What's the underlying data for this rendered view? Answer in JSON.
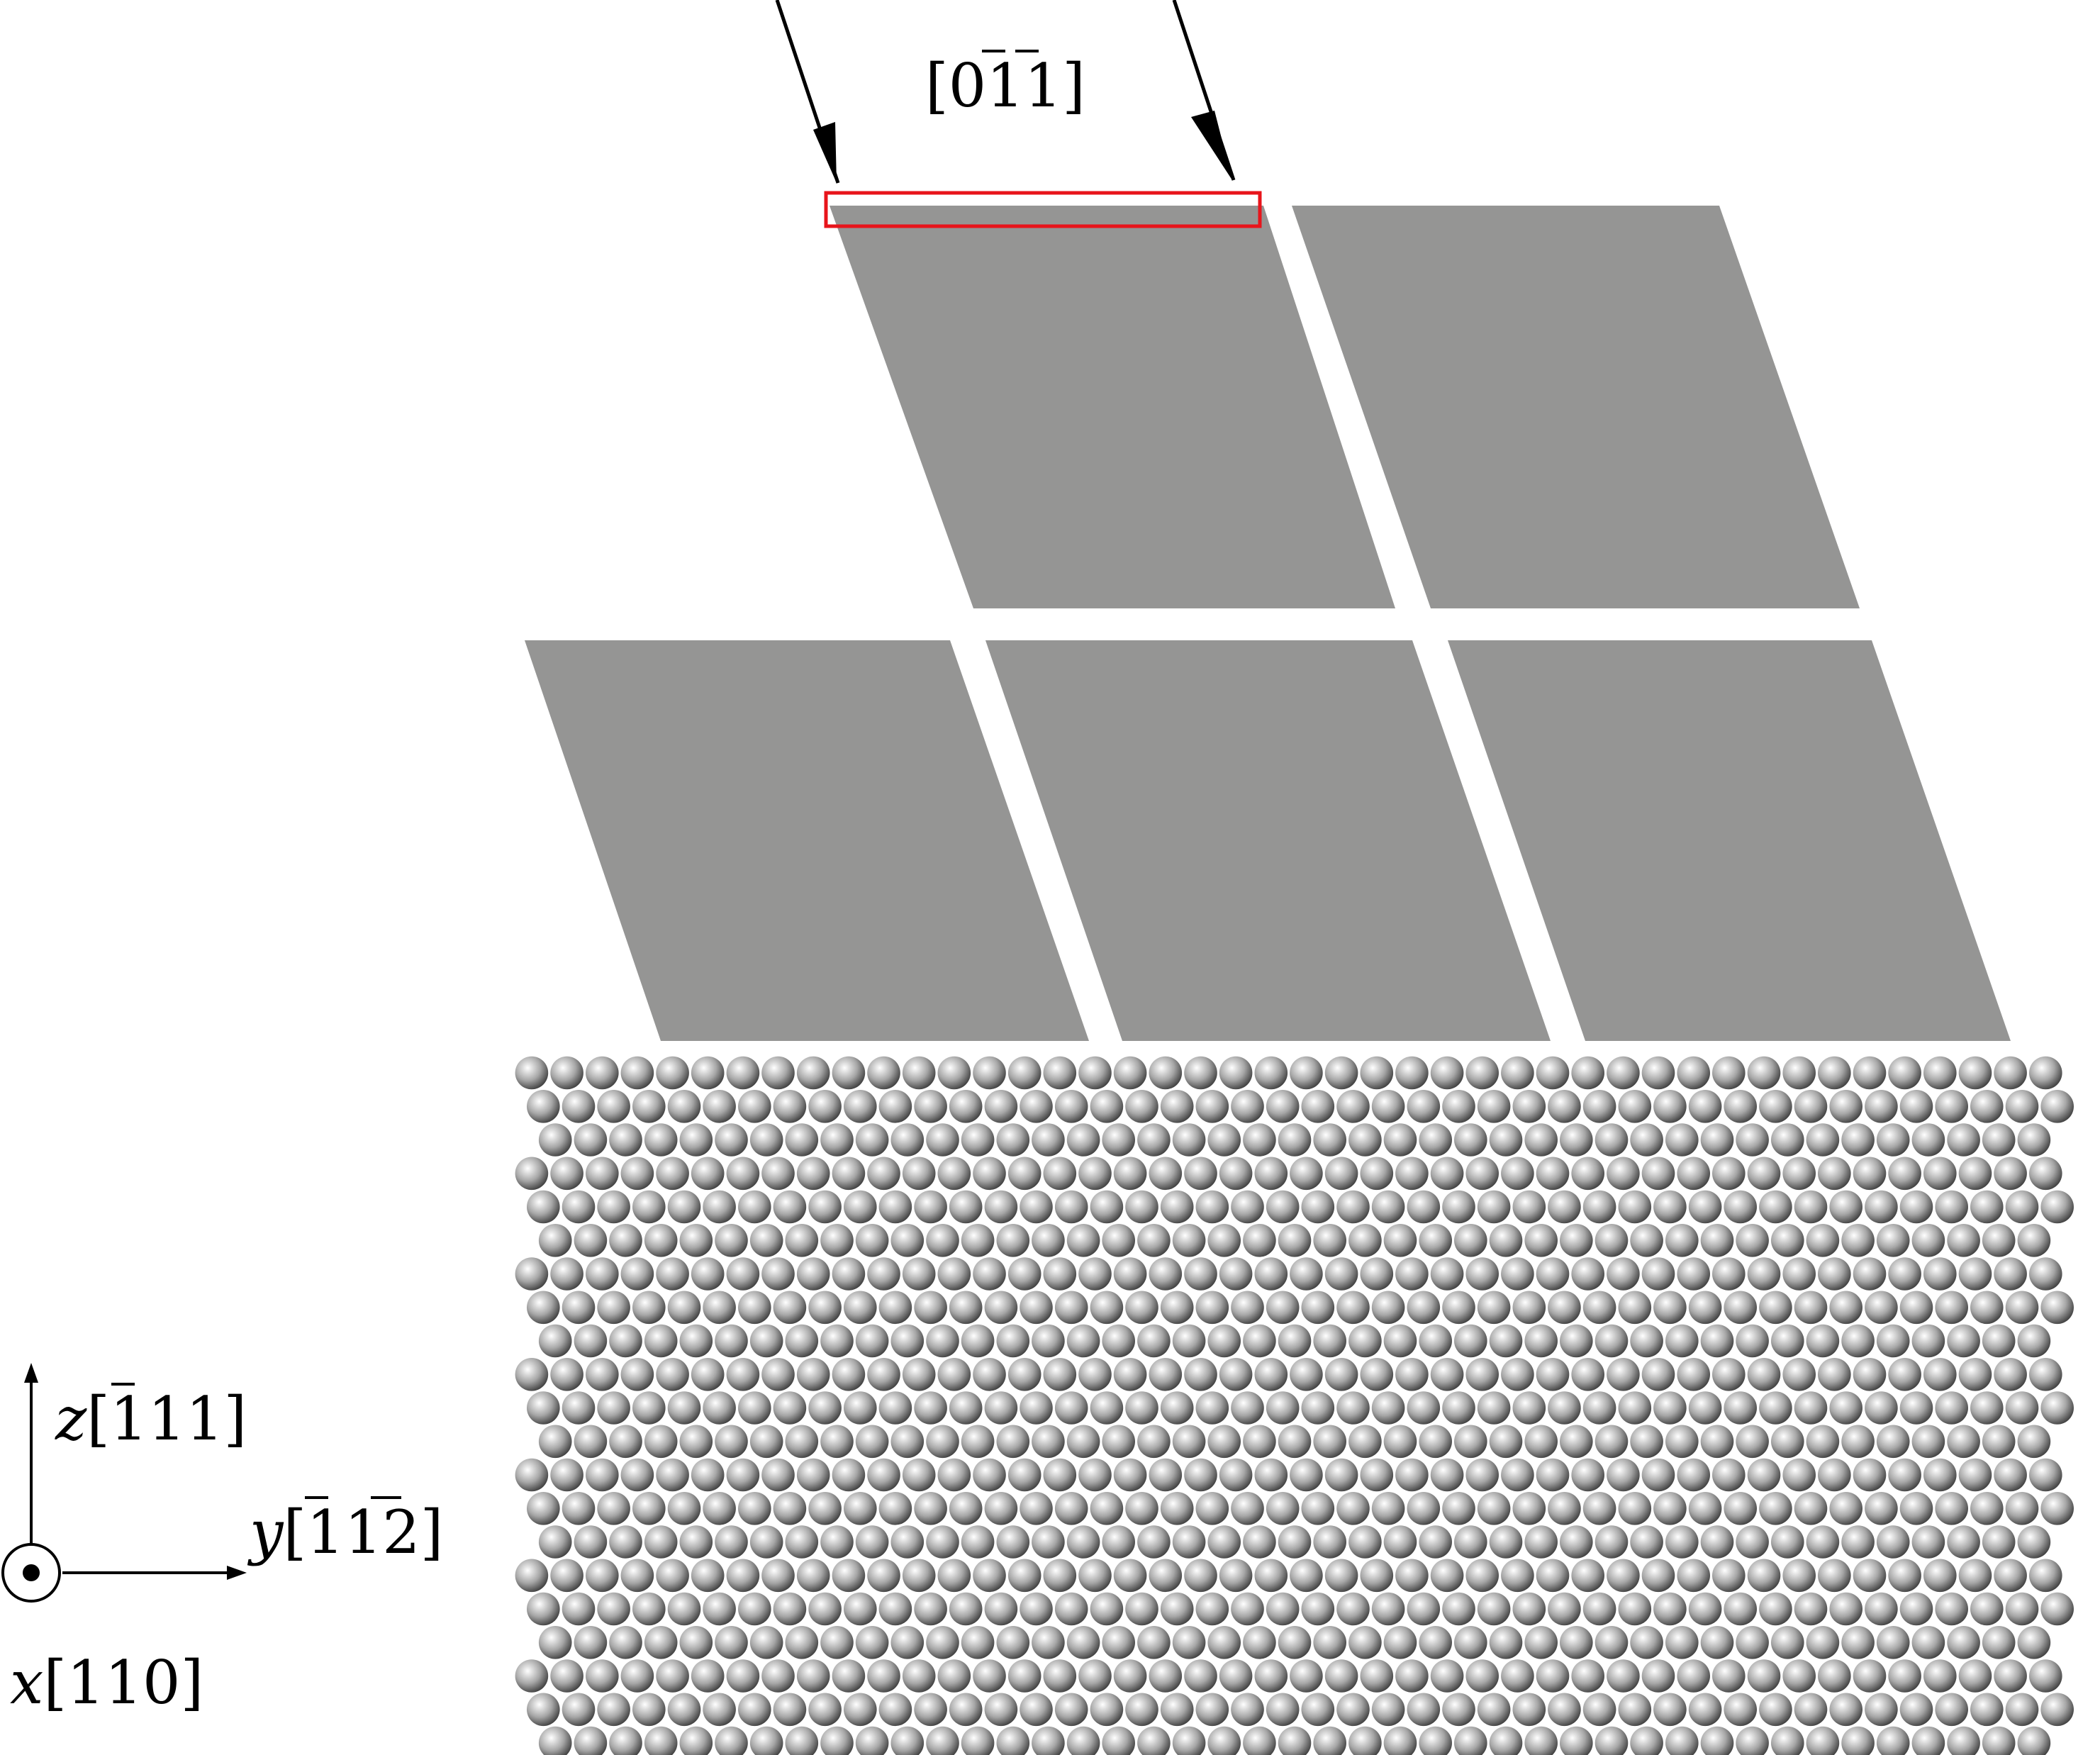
{
  "figure": {
    "direction_label": {
      "open": "[0",
      "bar1": "1",
      "bar2": "1",
      "close": "]"
    },
    "axes": {
      "z": {
        "symbol": "z",
        "open": "[",
        "bar1": "1",
        "rest": "11",
        "close": "]"
      },
      "y": {
        "symbol": "y",
        "open": "[",
        "bar1": "1",
        "mid": "1",
        "bar2": "2",
        "close": "]"
      },
      "x": {
        "symbol": "x",
        "open": "[",
        "rest": "110",
        "close": "]"
      }
    },
    "atom_lattice": {
      "rows": 21,
      "atoms_per_row": 44
    },
    "colors": {
      "panel": "#959594",
      "highlight": "#e8141b",
      "arrow": "#000000",
      "atom_light": "#ffffff",
      "atom_mid": "#a6a6a6",
      "atom_dark": "#3b3b3b"
    }
  }
}
